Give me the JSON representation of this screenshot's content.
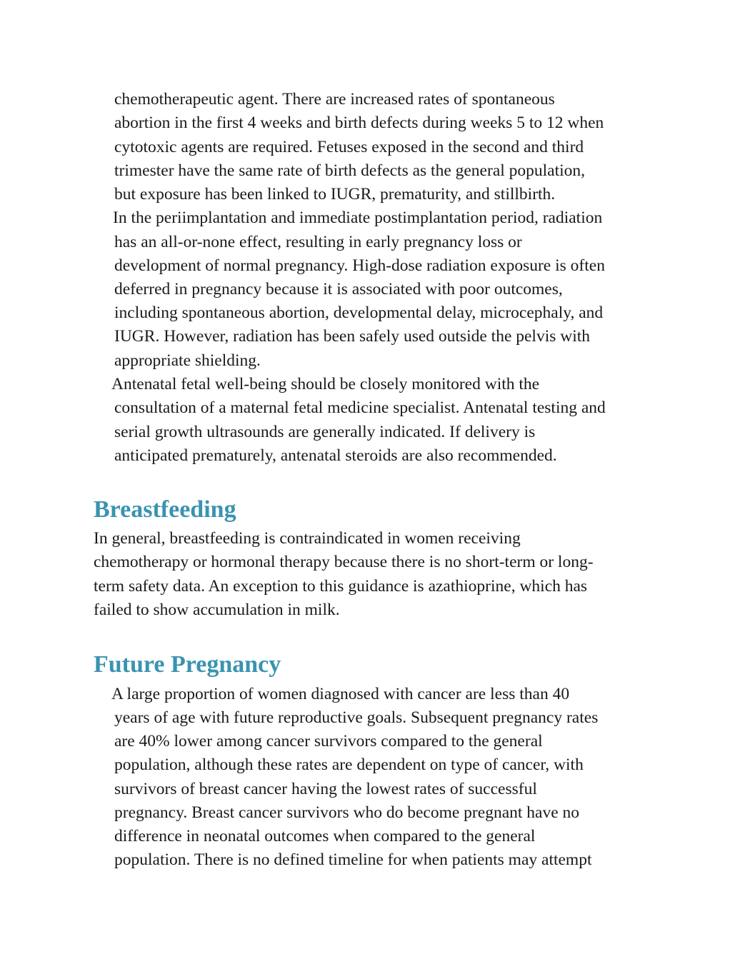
{
  "section_intro": {
    "lines": [
      "chemotherapeutic agent. There are increased rates of spontaneous",
      "abortion in the first 4 weeks and birth defects during weeks 5 to 12 when",
      "cytotoxic agents are required. Fetuses exposed in the second and third",
      "trimester have the same rate of birth defects as the general population,",
      "but exposure has been linked to IUGR, prematurity, and stillbirth.",
      "In the periimplantation and immediate postimplantation period, radiation",
      "has an all-or-none effect, resulting in early pregnancy loss or",
      "development of normal pregnancy. High-dose radiation exposure is often",
      "deferred in pregnancy because it is associated with poor outcomes,",
      "including spontaneous abortion, developmental delay, microcephaly, and",
      "IUGR. However, radiation has been safely used outside the pelvis with",
      "appropriate shielding.",
      "Antenatal fetal well-being should be closely monitored with the",
      "consultation of a maternal fetal medicine specialist. Antenatal testing and",
      "serial growth ultrasounds are generally indicated. If delivery is",
      "anticipated prematurely, antenatal steroids are also recommended."
    ]
  },
  "breastfeeding": {
    "heading": "Breastfeeding",
    "lines": [
      "In general, breastfeeding is contraindicated in women receiving",
      "chemotherapy or hormonal therapy because there is no short-term or long-",
      "term safety data. An exception to this guidance is azathioprine, which has",
      "failed to show accumulation in milk."
    ]
  },
  "future_pregnancy": {
    "heading": "Future Pregnancy",
    "lines": [
      "A large proportion of women diagnosed with cancer are less than 40",
      "years of age with future reproductive goals. Subsequent pregnancy rates",
      "are 40% lower among cancer survivors compared to the general",
      "population, although these rates are dependent on type of cancer, with",
      "survivors of breast cancer having the lowest rates of successful",
      "pregnancy. Breast cancer survivors who do become pregnant have no",
      "difference in neonatal outcomes when compared to the general",
      "population. There is no defined timeline for when patients may attempt"
    ]
  }
}
